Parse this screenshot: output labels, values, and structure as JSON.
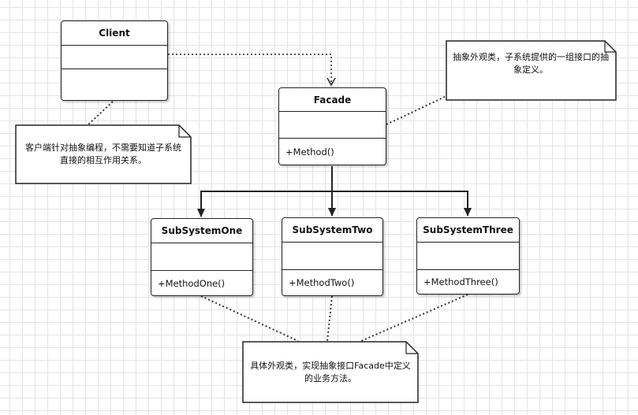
{
  "classes": {
    "client": {
      "name": "Client",
      "operations": []
    },
    "facade": {
      "name": "Facade",
      "operations": [
        "+Method()"
      ]
    },
    "subsystem_one": {
      "name": "SubSystemOne",
      "operations": [
        "+MethodOne()"
      ]
    },
    "subsystem_two": {
      "name": "SubSystemTwo",
      "operations": [
        "+MethodTwo()"
      ]
    },
    "subsystem_three": {
      "name": "SubSystemThree",
      "operations": [
        "+MethodThree()"
      ]
    }
  },
  "notes": {
    "client_note": "客户端针对抽象编程，不需要知道子系统直接的相互作用关系。",
    "facade_note": "抽象外观类，子系统提供的一组接口的抽象定义。",
    "subsystem_note": "具体外观类，实现抽象接口Facade中定义的业务方法。"
  },
  "relations": [
    {
      "from": "Client",
      "to": "Facade",
      "kind": "dependency"
    },
    {
      "from": "Facade",
      "to": "SubSystemOne",
      "kind": "association"
    },
    {
      "from": "Facade",
      "to": "SubSystemTwo",
      "kind": "association"
    },
    {
      "from": "Facade",
      "to": "SubSystemThree",
      "kind": "association"
    }
  ],
  "colors": {
    "line": "#222222",
    "grid": "#e4e4e4",
    "background": "#ffffff"
  }
}
